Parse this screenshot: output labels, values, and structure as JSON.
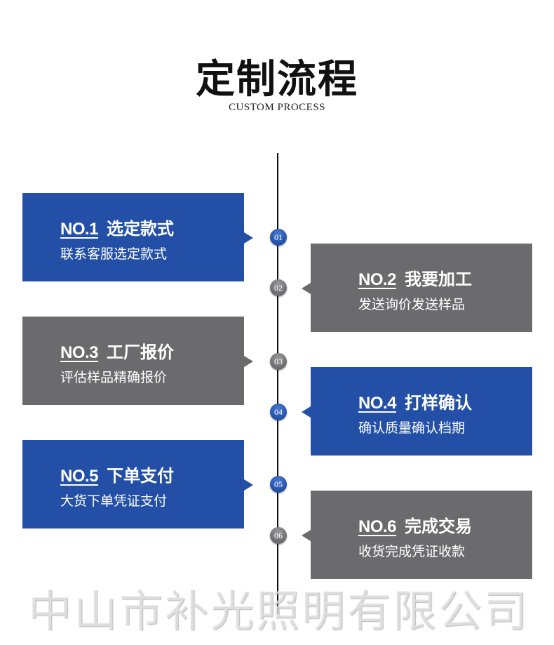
{
  "header": {
    "title": "定制流程",
    "subtitle": "CUSTOM PROCESS"
  },
  "colors": {
    "blue": "#2350a6",
    "gray": "#6b6b6e"
  },
  "steps": [
    {
      "badge": "01",
      "no": "NO.1",
      "title": "选定款式",
      "desc": "联系客服选定款式",
      "color": "blue"
    },
    {
      "badge": "02",
      "no": "NO.2",
      "title": "我要加工",
      "desc": "发送询价发送样品",
      "color": "gray"
    },
    {
      "badge": "03",
      "no": "NO.3",
      "title": "工厂报价",
      "desc": "评估样品精确报价",
      "color": "gray"
    },
    {
      "badge": "04",
      "no": "NO.4",
      "title": "打样确认",
      "desc": "确认质量确认档期",
      "color": "blue"
    },
    {
      "badge": "05",
      "no": "NO.5",
      "title": "下单支付",
      "desc": "大货下单凭证支付",
      "color": "blue"
    },
    {
      "badge": "06",
      "no": "NO.6",
      "title": "完成交易",
      "desc": "收货完成凭证收款",
      "color": "gray"
    }
  ],
  "watermark": "中山市补光照明有限公司"
}
